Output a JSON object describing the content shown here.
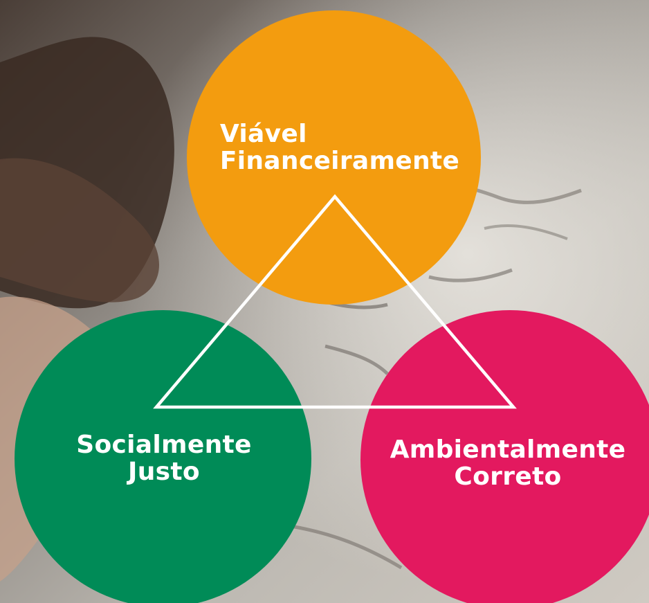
{
  "diagram": {
    "nodes": [
      {
        "id": "financial",
        "lines": [
          "Viável",
          "Financeiramente"
        ],
        "color": "#f39c0f"
      },
      {
        "id": "social",
        "lines": [
          "Socialmente",
          "Justo"
        ],
        "color": "#008b57"
      },
      {
        "id": "environmental",
        "lines": [
          "Ambientalmente",
          "Correto"
        ],
        "color": "#e3195f"
      }
    ],
    "connector_color": "#ffffff"
  }
}
